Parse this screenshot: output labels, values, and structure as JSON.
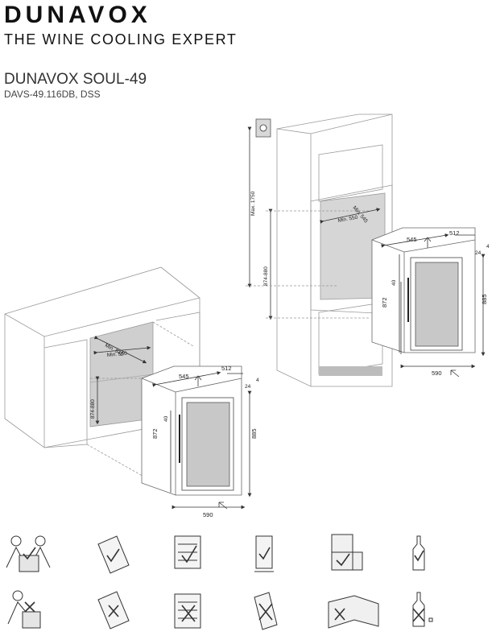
{
  "brand": {
    "name": "DUNAVOX",
    "tagline": "THE WINE COOLING EXPERT"
  },
  "product": {
    "title": "DUNAVOX SOUL-49",
    "codes": "DAVS-49.116DB, DSS"
  },
  "column_install": {
    "max_height": "Max. 1750",
    "niche_height": "874-880",
    "niche_depth": "Min. 545",
    "niche_width": "Min. 550",
    "width": "545",
    "depth": "512",
    "gap_top": "4",
    "door_depth": "24",
    "side_gap": "40",
    "body_height": "872",
    "total_height": "885",
    "total_width": "590"
  },
  "cabinet_install": {
    "niche_height": "874-880",
    "niche_depth": "Min. 545",
    "niche_width": "Min. 550",
    "width": "545",
    "depth": "512",
    "gap_top": "4",
    "door_depth": "24",
    "side_gap": "40",
    "body_height": "872",
    "total_height": "885",
    "total_width": "590"
  },
  "icons": {
    "do": [
      "two-person-carry-icon",
      "manual-read-icon",
      "wine-shelf-check-icon",
      "upright-unit-icon",
      "built-in-check-icon",
      "bottle-icon"
    ],
    "dont": [
      "single-person-carry-icon",
      "manual-ignore-icon",
      "shelf-overload-icon",
      "tilted-unit-icon",
      "unsupported-niche-icon",
      "bottle-cross-icon"
    ]
  }
}
